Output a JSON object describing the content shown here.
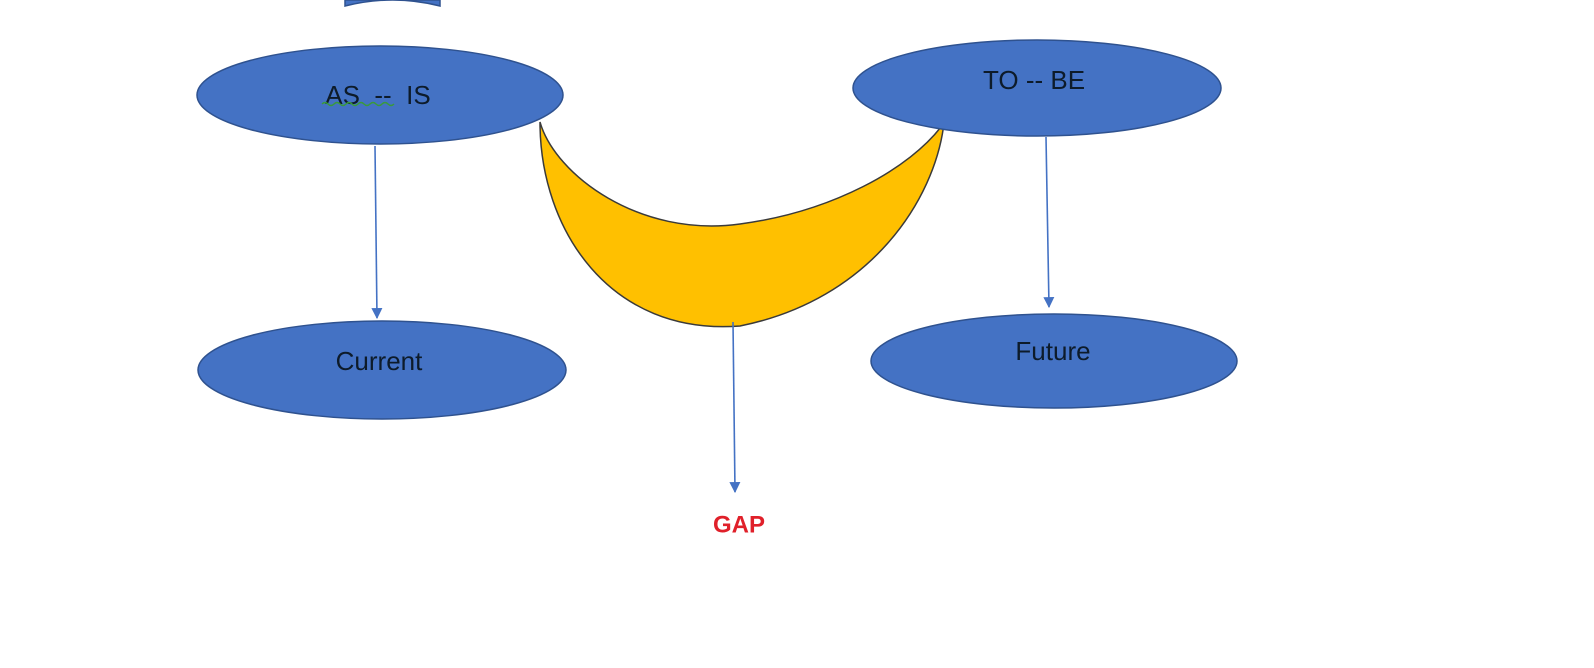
{
  "colors": {
    "node_fill": "#4472c4",
    "node_stroke": "#2f528f",
    "gap_fill": "#ffc000",
    "gap_stroke": "#3a3a3a",
    "arrow": "#4472c4",
    "gap_label": "#e0202a"
  },
  "nodes": {
    "as_is": {
      "label": "AS  --  IS"
    },
    "to_be": {
      "label": "TO -- BE"
    },
    "current": {
      "label": "Current"
    },
    "future": {
      "label": "Future"
    }
  },
  "gap": {
    "label": "GAP"
  }
}
